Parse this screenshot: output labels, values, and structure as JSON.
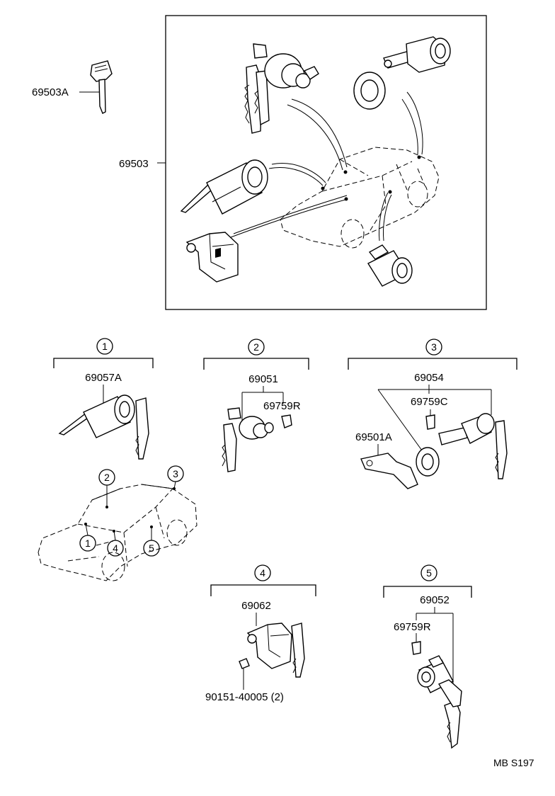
{
  "diagram": {
    "labels": {
      "key_blank": "69503A",
      "lock_set": "69503",
      "ignition_cylinder": "69057A",
      "door_cylinder_set": "69051",
      "door_clip": "69759R",
      "trunk_cylinder_set": "69054",
      "trunk_clip": "69759C",
      "trunk_retainer": "69501A",
      "hood_lock": "69062",
      "hood_screw": "90151-40005 (2)",
      "rear_cylinder_set": "69052",
      "rear_clip": "69759R"
    },
    "group_numbers": {
      "g1": "1",
      "g2": "2",
      "g3": "3",
      "g4": "4",
      "g5": "5"
    },
    "car_callouts": [
      "1",
      "2",
      "3",
      "4",
      "5"
    ],
    "footer_code": "MB S197"
  }
}
